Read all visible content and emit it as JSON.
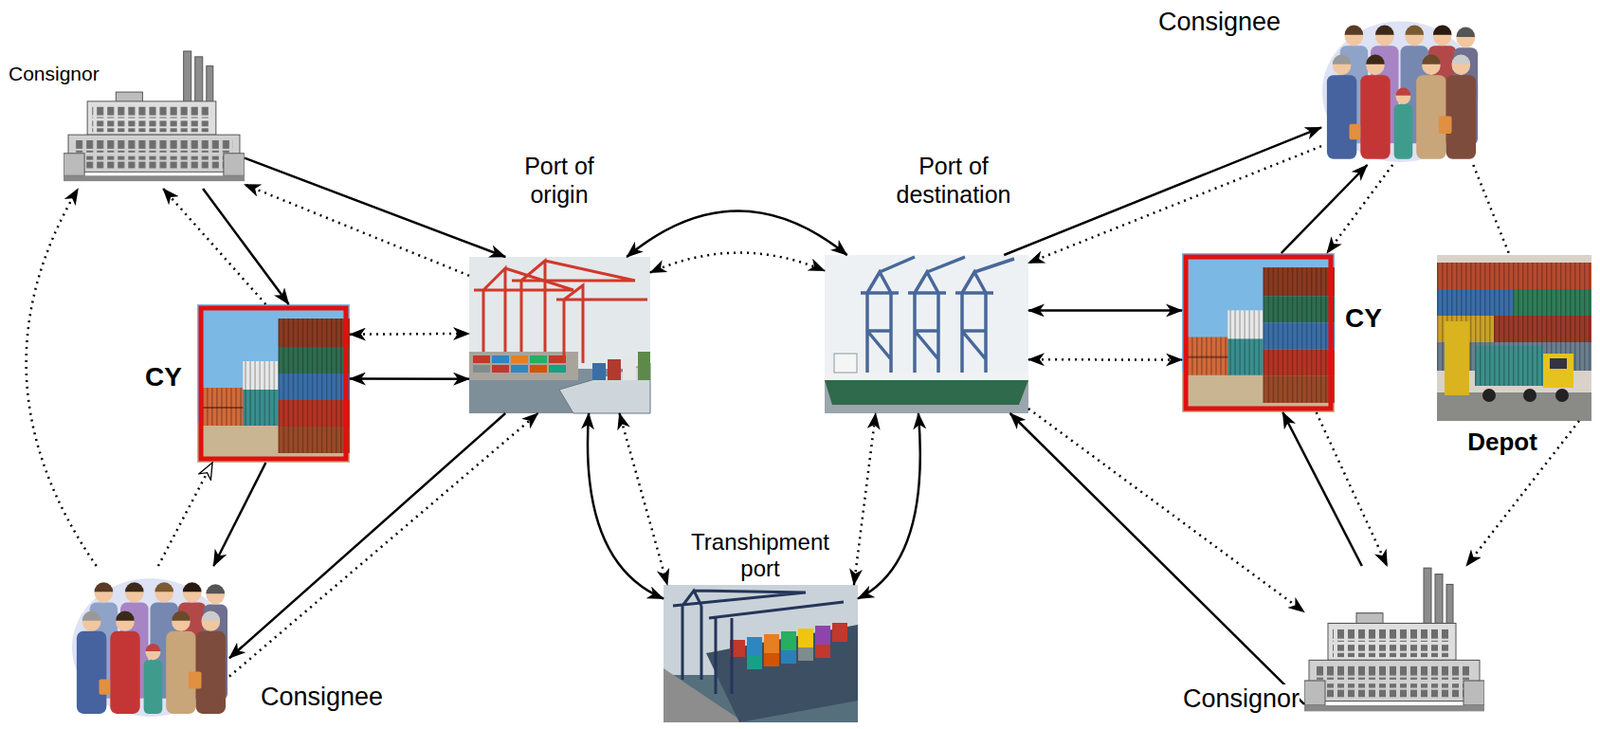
{
  "diagram": {
    "nodes": [
      {
        "text": [
          "Consignor"
        ]
      },
      {
        "text": [
          "Port of origin"
        ]
      },
      {
        "text": [
          "Port of destination"
        ]
      },
      {
        "text": [
          "Consignee"
        ]
      },
      {
        "text": [
          "CY"
        ]
      },
      {
        "text": [
          "CY"
        ]
      },
      {
        "text": [
          "Depot"
        ]
      },
      {
        "text": [
          "Transhipment port"
        ]
      },
      {
        "text": [
          "Consignee"
        ]
      },
      {
        "text": [
          "Consignor"
        ]
      }
    ],
    "edges": [
      {
        "from": 0,
        "to": 1,
        "arrow": "to"
      },
      {
        "from": 0,
        "to": 4,
        "arrow": "to"
      },
      {
        "from": 4,
        "to": 1,
        "arrow": "both"
      },
      {
        "from": 4,
        "to": 8,
        "arrow": "to"
      },
      {
        "from": 1,
        "to": 8,
        "arrow": "to"
      },
      {
        "from": 1,
        "to": 2,
        "arrow": "both"
      },
      {
        "from": 1,
        "to": 7,
        "arrow": "both"
      },
      {
        "from": 7,
        "to": 2,
        "arrow": "both"
      },
      {
        "from": 2,
        "to": 3,
        "arrow": "to"
      },
      {
        "from": 2,
        "to": 5,
        "arrow": "both"
      },
      {
        "from": 5,
        "to": 3,
        "arrow": "to"
      },
      {
        "from": 9,
        "to": 5,
        "arrow": "to"
      },
      {
        "from": 9,
        "to": 2,
        "arrow": "to"
      },
      {
        "from": 1,
        "to": 0,
        "arrow": "to"
      },
      {
        "from": 4,
        "to": 0,
        "arrow": "to"
      },
      {
        "from": 8,
        "to": 0,
        "arrow": "to"
      },
      {
        "from": 4,
        "to": 1,
        "arrow": "both"
      },
      {
        "from": 8,
        "to": 4,
        "arrow": "to"
      },
      {
        "from": 8,
        "to": 1,
        "arrow": "to"
      },
      {
        "from": 1,
        "to": 2,
        "arrow": "both"
      },
      {
        "from": 1,
        "to": 7,
        "arrow": "both"
      },
      {
        "from": 7,
        "to": 2,
        "arrow": "both"
      },
      {
        "from": 3,
        "to": 2,
        "arrow": "to"
      },
      {
        "from": 2,
        "to": 5,
        "arrow": "both"
      },
      {
        "from": 3,
        "to": 5,
        "arrow": "to"
      },
      {
        "from": 5,
        "to": 9,
        "arrow": "to"
      },
      {
        "from": 2,
        "to": 9,
        "arrow": "to"
      },
      {
        "from": 3,
        "to": 6,
        "arrow": "none"
      },
      {
        "from": 6,
        "to": 9,
        "arrow": "to"
      }
    ]
  }
}
